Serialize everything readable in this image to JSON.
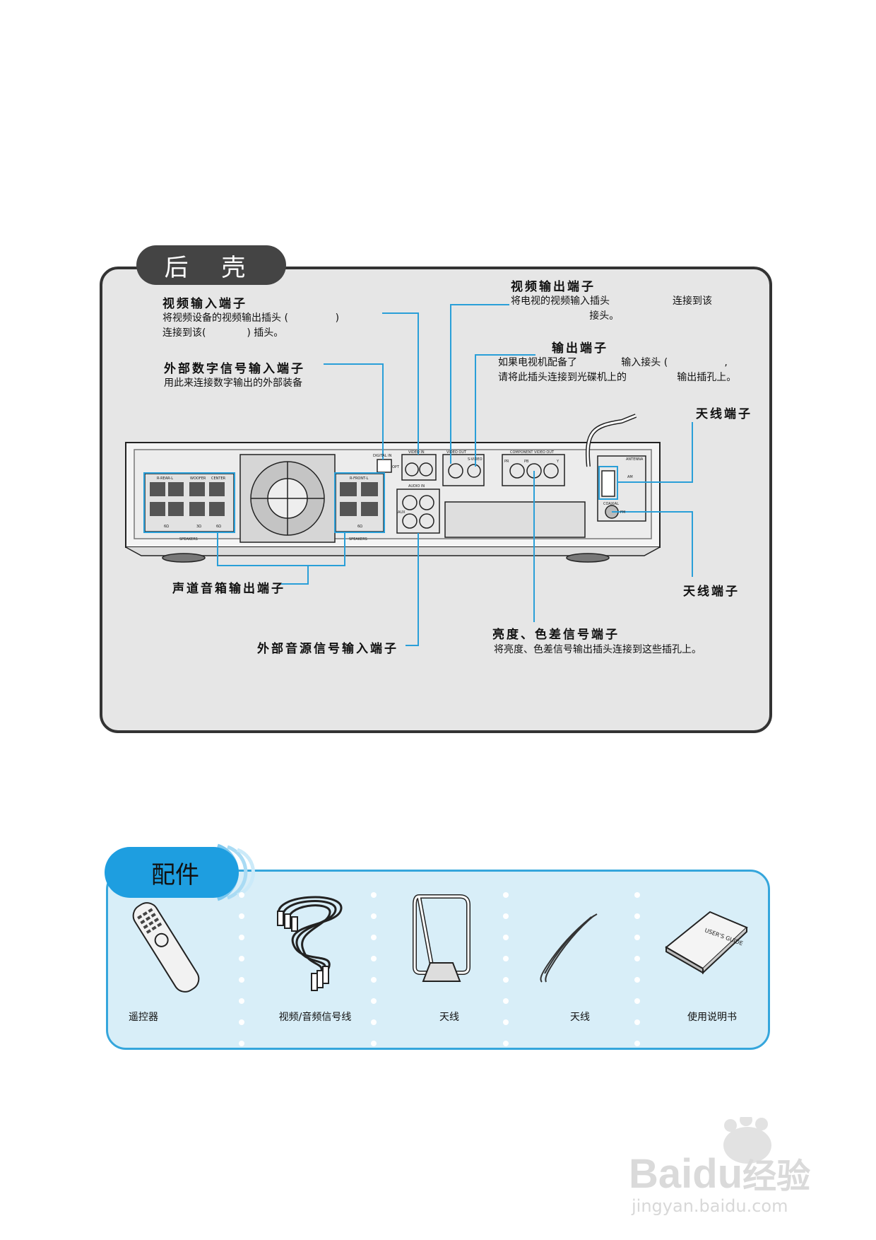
{
  "rear": {
    "title": "后 壳",
    "video_in": {
      "title": "视频输入端子",
      "desc": "将视频设备的视频输出插头 (               )\n连接到该(             ) 插头。"
    },
    "digital_in": {
      "title": "外部数字信号输入端子",
      "desc": "用此来连接数字输出的外部装备"
    },
    "video_out": {
      "title": "视频输出端子",
      "desc": "将电视的视频输入插头                    连接到该\n                         接头。"
    },
    "svideo_out": {
      "title": "输出端子",
      "desc": "如果电视机配备了              输入接头 (                  ,\n请将此插头连接到光碟机上的                输出插孔上。"
    },
    "antenna_top": {
      "title": "天线端子"
    },
    "antenna_bottom": {
      "title": "天线端子"
    },
    "speaker_out": {
      "title": "声道音箱输出端子"
    },
    "audio_in": {
      "title": "外部音源信号输入端子"
    },
    "component": {
      "title": "亮度、色差信号端子",
      "desc": "将亮度、色差信号输出插头连接到这些插孔上。"
    },
    "device_labels": {
      "digital_in": "DIGITAL IN",
      "opt": "OPT",
      "video_in": "VIDEO IN",
      "video_out": "VIDEO OUT",
      "svideo": "S-VIDEO",
      "component_out": "COMPONENT VIDEO OUT",
      "pr": "PR",
      "pb": "PB",
      "y": "Y",
      "audio_in": "AUDIO IN",
      "aux": "AUX",
      "antenna": "ANTENNA",
      "am": "AM",
      "coaxial": "COAXIAL",
      "fm": "FM",
      "speakers": "SPEAKERS",
      "surround": "R-REAR-L",
      "woofer": "WOOFER",
      "center": "CENTER",
      "front": "R-FRONT-L",
      "ohm6a": "6Ω",
      "ohm3": "3Ω",
      "ohm6b": "6Ω",
      "ohm6c": "6Ω"
    }
  },
  "accessories": {
    "title": "配件",
    "items": [
      {
        "label": "遥控器",
        "icon": "remote-control-icon"
      },
      {
        "label": "视频/音频信号线",
        "icon": "av-cable-icon"
      },
      {
        "label": "天线",
        "icon": "am-loop-antenna-icon"
      },
      {
        "label": "天线",
        "icon": "fm-wire-antenna-icon"
      },
      {
        "label": "使用说明书",
        "icon": "user-manual-icon"
      }
    ],
    "manual_cover_text": "USER'S GUIDE"
  },
  "watermark": {
    "brand_a": "Bai",
    "brand_b": "du",
    "brand_c": "经验",
    "url": "jingyan.baidu.com"
  },
  "colors": {
    "accent": "#1e9ee0",
    "callout": "#2a9fd8",
    "panel": "#e6e6e6",
    "acc_bg": "#d8eef8"
  }
}
